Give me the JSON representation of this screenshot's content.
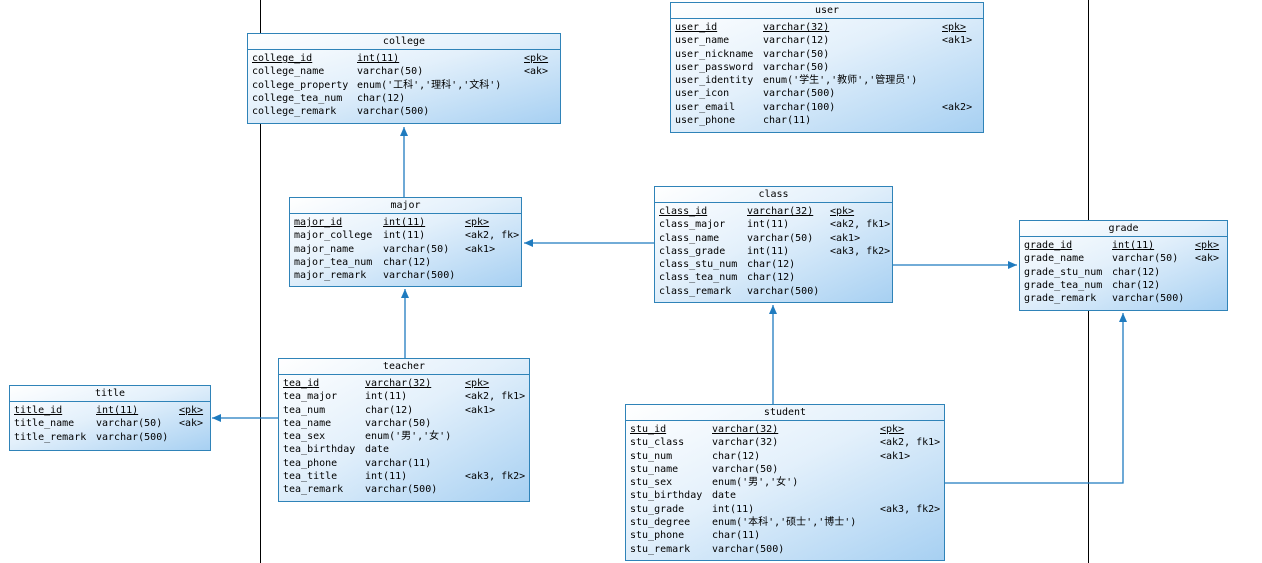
{
  "entities": {
    "college": {
      "name": "college",
      "columns": [
        {
          "name": "college_id",
          "type": "int(11)",
          "key": "<pk>"
        },
        {
          "name": "college_name",
          "type": "varchar(50)",
          "key": "<ak>"
        },
        {
          "name": "college_property",
          "type": "enum('工科','理科','文科')",
          "key": ""
        },
        {
          "name": "college_tea_num",
          "type": "char(12)",
          "key": ""
        },
        {
          "name": "college_remark",
          "type": "varchar(500)",
          "key": ""
        }
      ]
    },
    "user": {
      "name": "user",
      "columns": [
        {
          "name": "user_id",
          "type": "varchar(32)",
          "key": "<pk>"
        },
        {
          "name": "user_name",
          "type": "varchar(12)",
          "key": "<ak1>"
        },
        {
          "name": "user_nickname",
          "type": "varchar(50)",
          "key": ""
        },
        {
          "name": "user_password",
          "type": "varchar(50)",
          "key": ""
        },
        {
          "name": "user_identity",
          "type": "enum('学生','教师','管理员')",
          "key": ""
        },
        {
          "name": "user_icon",
          "type": "varchar(500)",
          "key": ""
        },
        {
          "name": "user_email",
          "type": "varchar(100)",
          "key": "<ak2>"
        },
        {
          "name": "user_phone",
          "type": "char(11)",
          "key": ""
        }
      ]
    },
    "major": {
      "name": "major",
      "columns": [
        {
          "name": "major_id",
          "type": "int(11)",
          "key": "<pk>"
        },
        {
          "name": "major_college",
          "type": "int(11)",
          "key": "<ak2, fk>"
        },
        {
          "name": "major_name",
          "type": "varchar(50)",
          "key": "<ak1>"
        },
        {
          "name": "major_tea_num",
          "type": "char(12)",
          "key": ""
        },
        {
          "name": "major_remark",
          "type": "varchar(500)",
          "key": ""
        }
      ]
    },
    "class": {
      "name": "class",
      "columns": [
        {
          "name": "class_id",
          "type": "varchar(32)",
          "key": "<pk>"
        },
        {
          "name": "class_major",
          "type": "int(11)",
          "key": "<ak2, fk1>"
        },
        {
          "name": "class_name",
          "type": "varchar(50)",
          "key": "<ak1>"
        },
        {
          "name": "class_grade",
          "type": "int(11)",
          "key": "<ak3, fk2>"
        },
        {
          "name": "class_stu_num",
          "type": "char(12)",
          "key": ""
        },
        {
          "name": "class_tea_num",
          "type": "char(12)",
          "key": ""
        },
        {
          "name": "class_remark",
          "type": "varchar(500)",
          "key": ""
        }
      ]
    },
    "grade": {
      "name": "grade",
      "columns": [
        {
          "name": "grade_id",
          "type": "int(11)",
          "key": "<pk>"
        },
        {
          "name": "grade_name",
          "type": "varchar(50)",
          "key": "<ak>"
        },
        {
          "name": "grade_stu_num",
          "type": "char(12)",
          "key": ""
        },
        {
          "name": "grade_tea_num",
          "type": "char(12)",
          "key": ""
        },
        {
          "name": "grade_remark",
          "type": "varchar(500)",
          "key": ""
        }
      ]
    },
    "teacher": {
      "name": "teacher",
      "columns": [
        {
          "name": "tea_id",
          "type": "varchar(32)",
          "key": "<pk>"
        },
        {
          "name": "tea_major",
          "type": "int(11)",
          "key": "<ak2, fk1>"
        },
        {
          "name": "tea_num",
          "type": "char(12)",
          "key": "<ak1>"
        },
        {
          "name": "tea_name",
          "type": "varchar(50)",
          "key": ""
        },
        {
          "name": "tea_sex",
          "type": "enum('男','女')",
          "key": ""
        },
        {
          "name": "tea_birthday",
          "type": "date",
          "key": ""
        },
        {
          "name": "tea_phone",
          "type": "varchar(11)",
          "key": ""
        },
        {
          "name": "tea_title",
          "type": "int(11)",
          "key": "<ak3, fk2>"
        },
        {
          "name": "tea_remark",
          "type": "varchar(500)",
          "key": ""
        }
      ]
    },
    "title": {
      "name": "title",
      "columns": [
        {
          "name": "title_id",
          "type": "int(11)",
          "key": "<pk>"
        },
        {
          "name": "title_name",
          "type": "varchar(50)",
          "key": "<ak>"
        },
        {
          "name": "title_remark",
          "type": "varchar(500)",
          "key": ""
        }
      ]
    },
    "student": {
      "name": "student",
      "columns": [
        {
          "name": "stu_id",
          "type": "varchar(32)",
          "key": "<pk>"
        },
        {
          "name": "stu_class",
          "type": "varchar(32)",
          "key": "<ak2, fk1>"
        },
        {
          "name": "stu_num",
          "type": "char(12)",
          "key": "<ak1>"
        },
        {
          "name": "stu_name",
          "type": "varchar(50)",
          "key": ""
        },
        {
          "name": "stu_sex",
          "type": "enum('男','女')",
          "key": ""
        },
        {
          "name": "stu_birthday",
          "type": "date",
          "key": ""
        },
        {
          "name": "stu_grade",
          "type": "int(11)",
          "key": "<ak3, fk2>"
        },
        {
          "name": "stu_degree",
          "type": "enum('本科','硕士','博士')",
          "key": ""
        },
        {
          "name": "stu_phone",
          "type": "char(11)",
          "key": ""
        },
        {
          "name": "stu_remark",
          "type": "varchar(500)",
          "key": ""
        }
      ]
    }
  },
  "relationships": [
    {
      "from": "major",
      "to": "college"
    },
    {
      "from": "teacher",
      "to": "major"
    },
    {
      "from": "teacher",
      "to": "title"
    },
    {
      "from": "class",
      "to": "major"
    },
    {
      "from": "class",
      "to": "grade"
    },
    {
      "from": "student",
      "to": "class"
    },
    {
      "from": "student",
      "to": "grade"
    }
  ],
  "colors": {
    "border": "#2f83b8",
    "link": "#1f7bbf",
    "fill_start": "#ffffff",
    "fill_end": "#a7d0f2"
  }
}
